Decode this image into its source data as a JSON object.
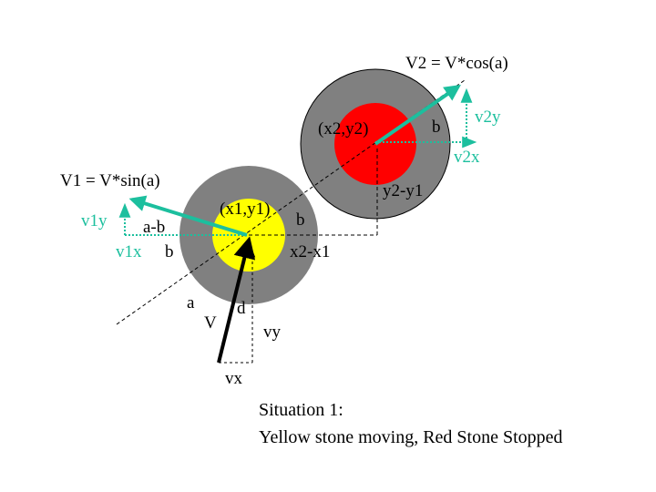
{
  "colors": {
    "stone_ring": "#808080",
    "yellow_core": "#ffff00",
    "red_core": "#ff0000",
    "teal_vector": "#1cbf9e",
    "black": "#000000"
  },
  "labels": {
    "v2_eq": "V2 = V*cos(a)",
    "v2y": "v2y",
    "v2x": "v2x",
    "b_top": "b",
    "x2y2": "(x2,y2)",
    "y2_y1": "y2-y1",
    "v1_eq": "V1 = V*sin(a)",
    "v1y": "v1y",
    "a_minus_b": "a-b",
    "v1x": "v1x",
    "b_left": "b",
    "x1y1": "(x1,y1)",
    "b_mid": "b",
    "x2_x1": "x2-x1",
    "a": "a",
    "d": "d",
    "V": "V",
    "vy": "vy",
    "vx": "vx"
  },
  "caption": {
    "line1": "Situation 1:",
    "line2": "Yellow stone moving, Red Stone Stopped"
  }
}
